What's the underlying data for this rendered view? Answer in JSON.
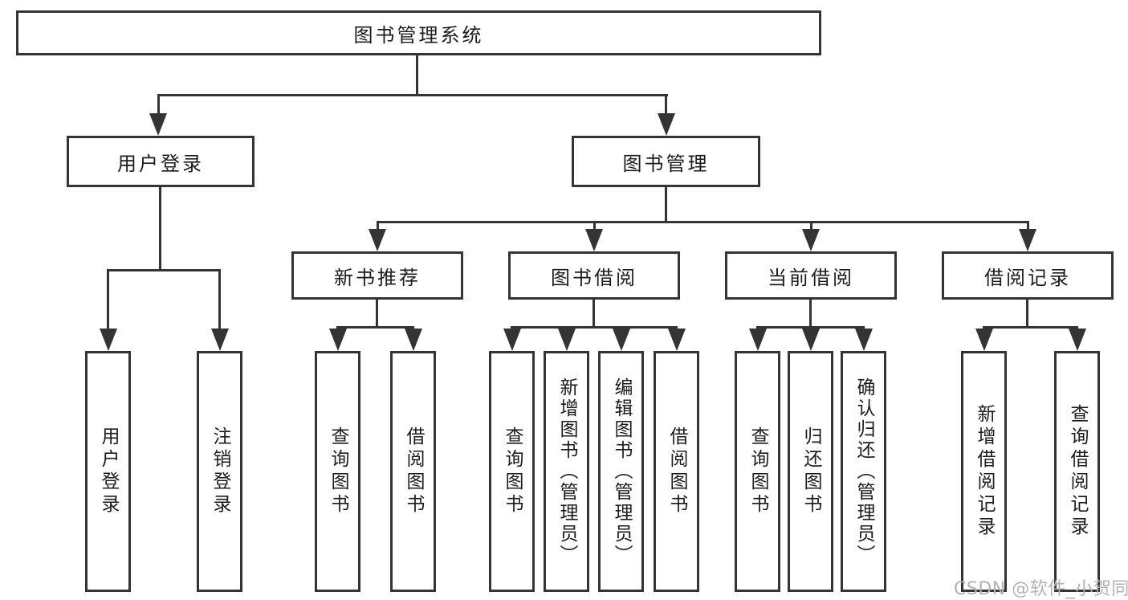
{
  "diagram": {
    "title": "图书管理系统",
    "nodes": {
      "root": "图书管理系统",
      "level2": [
        "用户登录",
        "图书管理"
      ],
      "level3": [
        "新书推荐",
        "图书借阅",
        "当前借阅",
        "借阅记录"
      ],
      "leaves": [
        "用户登录",
        "注销登录",
        "查询图书",
        "借阅图书",
        "查询图书",
        "新增图书（管理员）",
        "编辑图书（管理员）",
        "借阅图书",
        "查询图书",
        "归还图书",
        "确认归还（管理员）",
        "新增借阅记录",
        "查询借阅记录"
      ]
    }
  },
  "watermark": "CSDN @软件_小贺同学",
  "colors": {
    "line": "#343434",
    "text": "#1c1c1c",
    "watermark": "#b2b2b4",
    "background": "#ffffff"
  }
}
